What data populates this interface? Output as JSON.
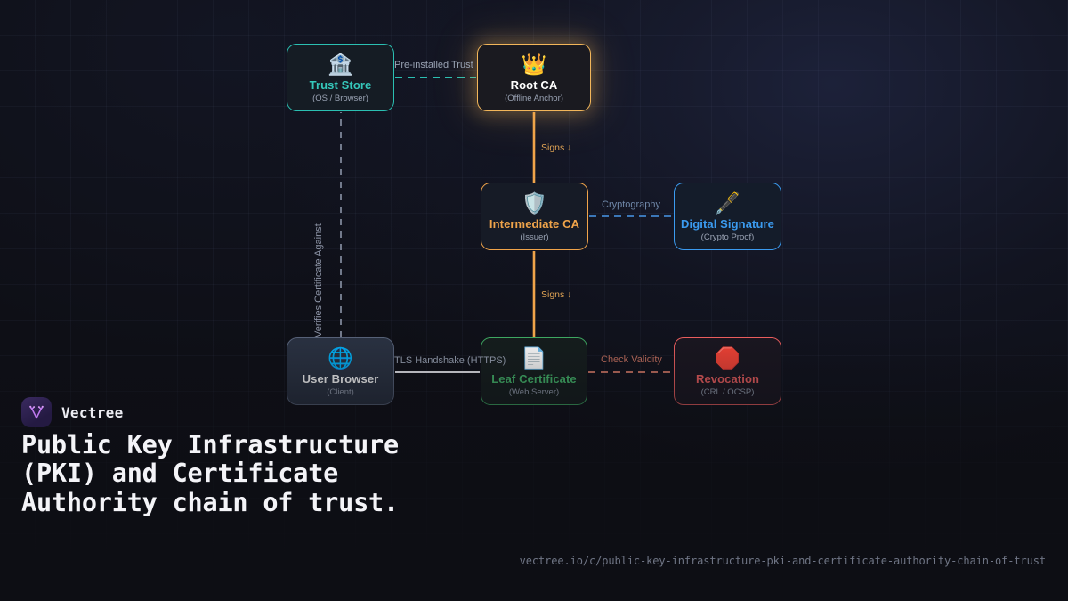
{
  "brand": {
    "name": "Vectree",
    "logo_icon": "vectree-v-tree-logo"
  },
  "footer": {
    "title": "Public Key Infrastructure (PKI) and Certificate Authority chain of trust.",
    "url": "vectree.io/c/public-key-infrastructure-pki-and-certificate-authority-chain-of-trust"
  },
  "colors": {
    "background": "#0e0f16",
    "trust_store": "#35c8bb",
    "root_ca": "#f2b65a",
    "intermediate_ca": "#f0a44a",
    "digital_signature": "#3b9bf0",
    "user_browser": "#58637a",
    "leaf_certificate": "#45b96c",
    "revocation": "#ef5f5f",
    "title_text": "#f4f4f8",
    "url_text": "#6f7585"
  },
  "diagram": {
    "nodes": [
      {
        "id": "trust-store",
        "icon": "bank-classical-building-icon",
        "glyph": "🏦",
        "title": "Trust Store",
        "subtitle": "(OS / Browser)"
      },
      {
        "id": "root-ca",
        "icon": "crown-icon",
        "glyph": "👑",
        "title": "Root CA",
        "subtitle": "(Offline Anchor)"
      },
      {
        "id": "intermediate-ca",
        "icon": "shield-icon",
        "glyph": "🛡️",
        "title": "Intermediate CA",
        "subtitle": "(Issuer)"
      },
      {
        "id": "digital-signature",
        "icon": "fountain-pen-icon",
        "glyph": "🖋️",
        "title": "Digital Signature",
        "subtitle": "(Crypto Proof)"
      },
      {
        "id": "user-browser",
        "icon": "globe-with-meridians-icon",
        "glyph": "🌐",
        "title": "User Browser",
        "subtitle": "(Client)"
      },
      {
        "id": "leaf-certificate",
        "icon": "document-page-icon",
        "glyph": "📄",
        "title": "Leaf Certificate",
        "subtitle": "(Web Server)"
      },
      {
        "id": "revocation",
        "icon": "octagonal-stop-sign-icon",
        "glyph": "🛑",
        "title": "Revocation",
        "subtitle": "(CRL / OCSP)"
      }
    ],
    "edges": [
      {
        "id": "trust-store-to-root-ca",
        "label": "Pre-installed Trust",
        "style": "dashed",
        "color": "#2bbfb2"
      },
      {
        "id": "root-ca-to-intermediate-ca",
        "label": "Signs ↓",
        "style": "solid",
        "color": "#f0a44a"
      },
      {
        "id": "intermediate-ca-to-signature",
        "label": "Cryptography",
        "style": "dashed",
        "color": "#3b77b8"
      },
      {
        "id": "intermediate-ca-to-leaf",
        "label": "Signs ↓",
        "style": "solid",
        "color": "#f0a44a"
      },
      {
        "id": "browser-to-leaf",
        "label": "TLS Handshake (HTTPS)",
        "style": "solid",
        "color": "#e8e8ee"
      },
      {
        "id": "leaf-to-revocation",
        "label": "Check Validity",
        "style": "dashed",
        "color": "#c4705f"
      },
      {
        "id": "browser-to-trust-store",
        "label": "Verifies Certificate Against",
        "style": "dashed",
        "color": "#7e8698"
      }
    ]
  }
}
